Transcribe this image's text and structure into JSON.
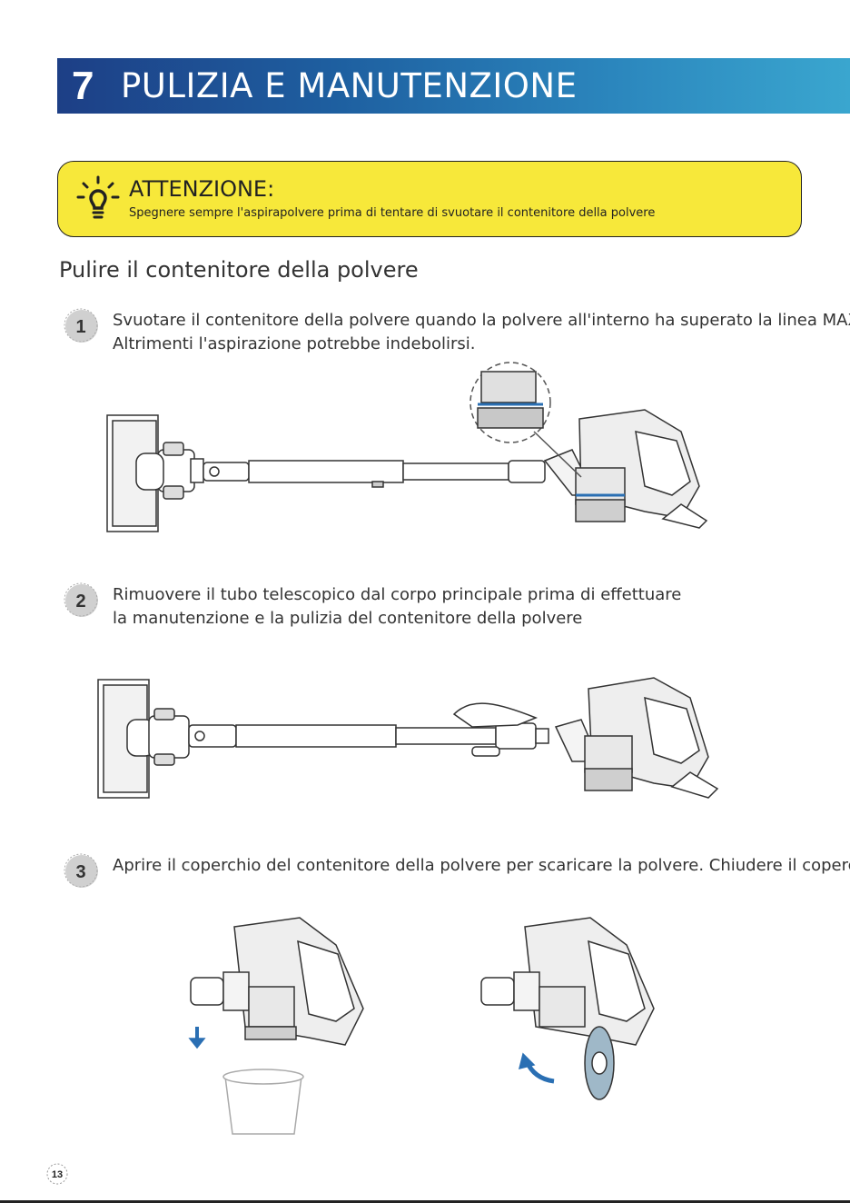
{
  "header": {
    "number": "7",
    "title": "PULIZIA E MANUTENZIONE"
  },
  "warning": {
    "title": "ATTENZIONE:",
    "text": "Spegnere sempre l'aspirapolvere prima di tentare di svuotare il contenitore della polvere",
    "icon": "lightbulb-icon",
    "color": "#f7e83a"
  },
  "section": {
    "title": "Pulire il contenitore della polvere"
  },
  "steps": [
    {
      "number": "1",
      "line1": "Svuotare il contenitore della polvere quando la polvere all'interno ha superato la linea MAX.",
      "line2": "Altrimenti l'aspirazione potrebbe indebolirsi."
    },
    {
      "number": "2",
      "line1": "Rimuovere il tubo telescopico dal corpo principale prima di effettuare",
      "line2": "la manutenzione e la pulizia del contenitore della polvere"
    },
    {
      "number": "3",
      "line1": "Aprire il coperchio del contenitore della polvere per scaricare la polvere. Chiudere il coperchio.",
      "line2": ""
    }
  ],
  "page": {
    "number": "13"
  },
  "colors": {
    "header_start": "#1d3f86",
    "header_end": "#3aa6cf",
    "accent_blue": "#2a6fb3"
  }
}
